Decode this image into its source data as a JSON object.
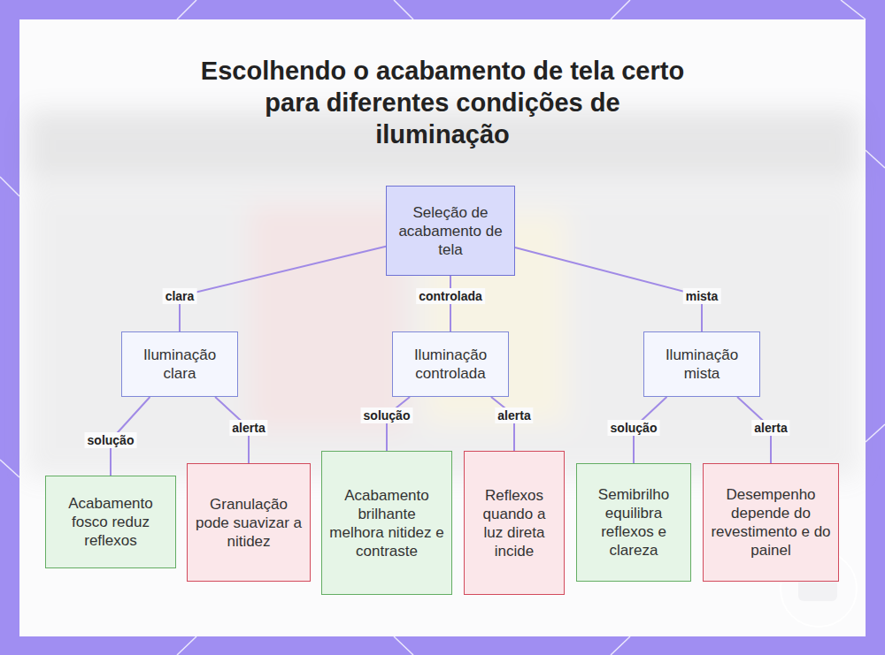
{
  "diagram": {
    "title": "Escolhendo o acabamento de tela certo para diferentes condições de iluminação",
    "nodes": [
      {
        "text": [
          "Seleção de acabamento de tela"
        ]
      },
      {
        "text": [
          "Iluminação clara"
        ]
      },
      {
        "text": [
          "Iluminação controlada"
        ]
      },
      {
        "text": [
          "Iluminação mista"
        ]
      },
      {
        "text": [
          "Acabamento fosco reduz reflexos"
        ]
      },
      {
        "text": [
          "Granulação pode suavizar a nitidez"
        ]
      },
      {
        "text": [
          "Acabamento brilhante melhora nitidez e contraste"
        ]
      },
      {
        "text": [
          "Reflexos quando a luz direta incide"
        ]
      },
      {
        "text": [
          "Semibrilho equilibra reflexos e clareza"
        ]
      },
      {
        "text": [
          "Desempenho depende do revestimento e do painel"
        ]
      }
    ],
    "edges": [
      {
        "from": 0,
        "to": 1,
        "label": "clara",
        "arrow": "none"
      },
      {
        "from": 0,
        "to": 2,
        "label": "controlada",
        "arrow": "none"
      },
      {
        "from": 0,
        "to": 3,
        "label": "mista",
        "arrow": "none"
      },
      {
        "from": 1,
        "to": 4,
        "label": "solução",
        "arrow": "none"
      },
      {
        "from": 1,
        "to": 5,
        "label": "alerta",
        "arrow": "none"
      },
      {
        "from": 2,
        "to": 6,
        "label": "solução",
        "arrow": "none"
      },
      {
        "from": 2,
        "to": 7,
        "label": "alerta",
        "arrow": "none"
      },
      {
        "from": 3,
        "to": 8,
        "label": "solução",
        "arrow": "none"
      },
      {
        "from": 3,
        "to": 9,
        "label": "alerta",
        "arrow": "none"
      }
    ]
  }
}
